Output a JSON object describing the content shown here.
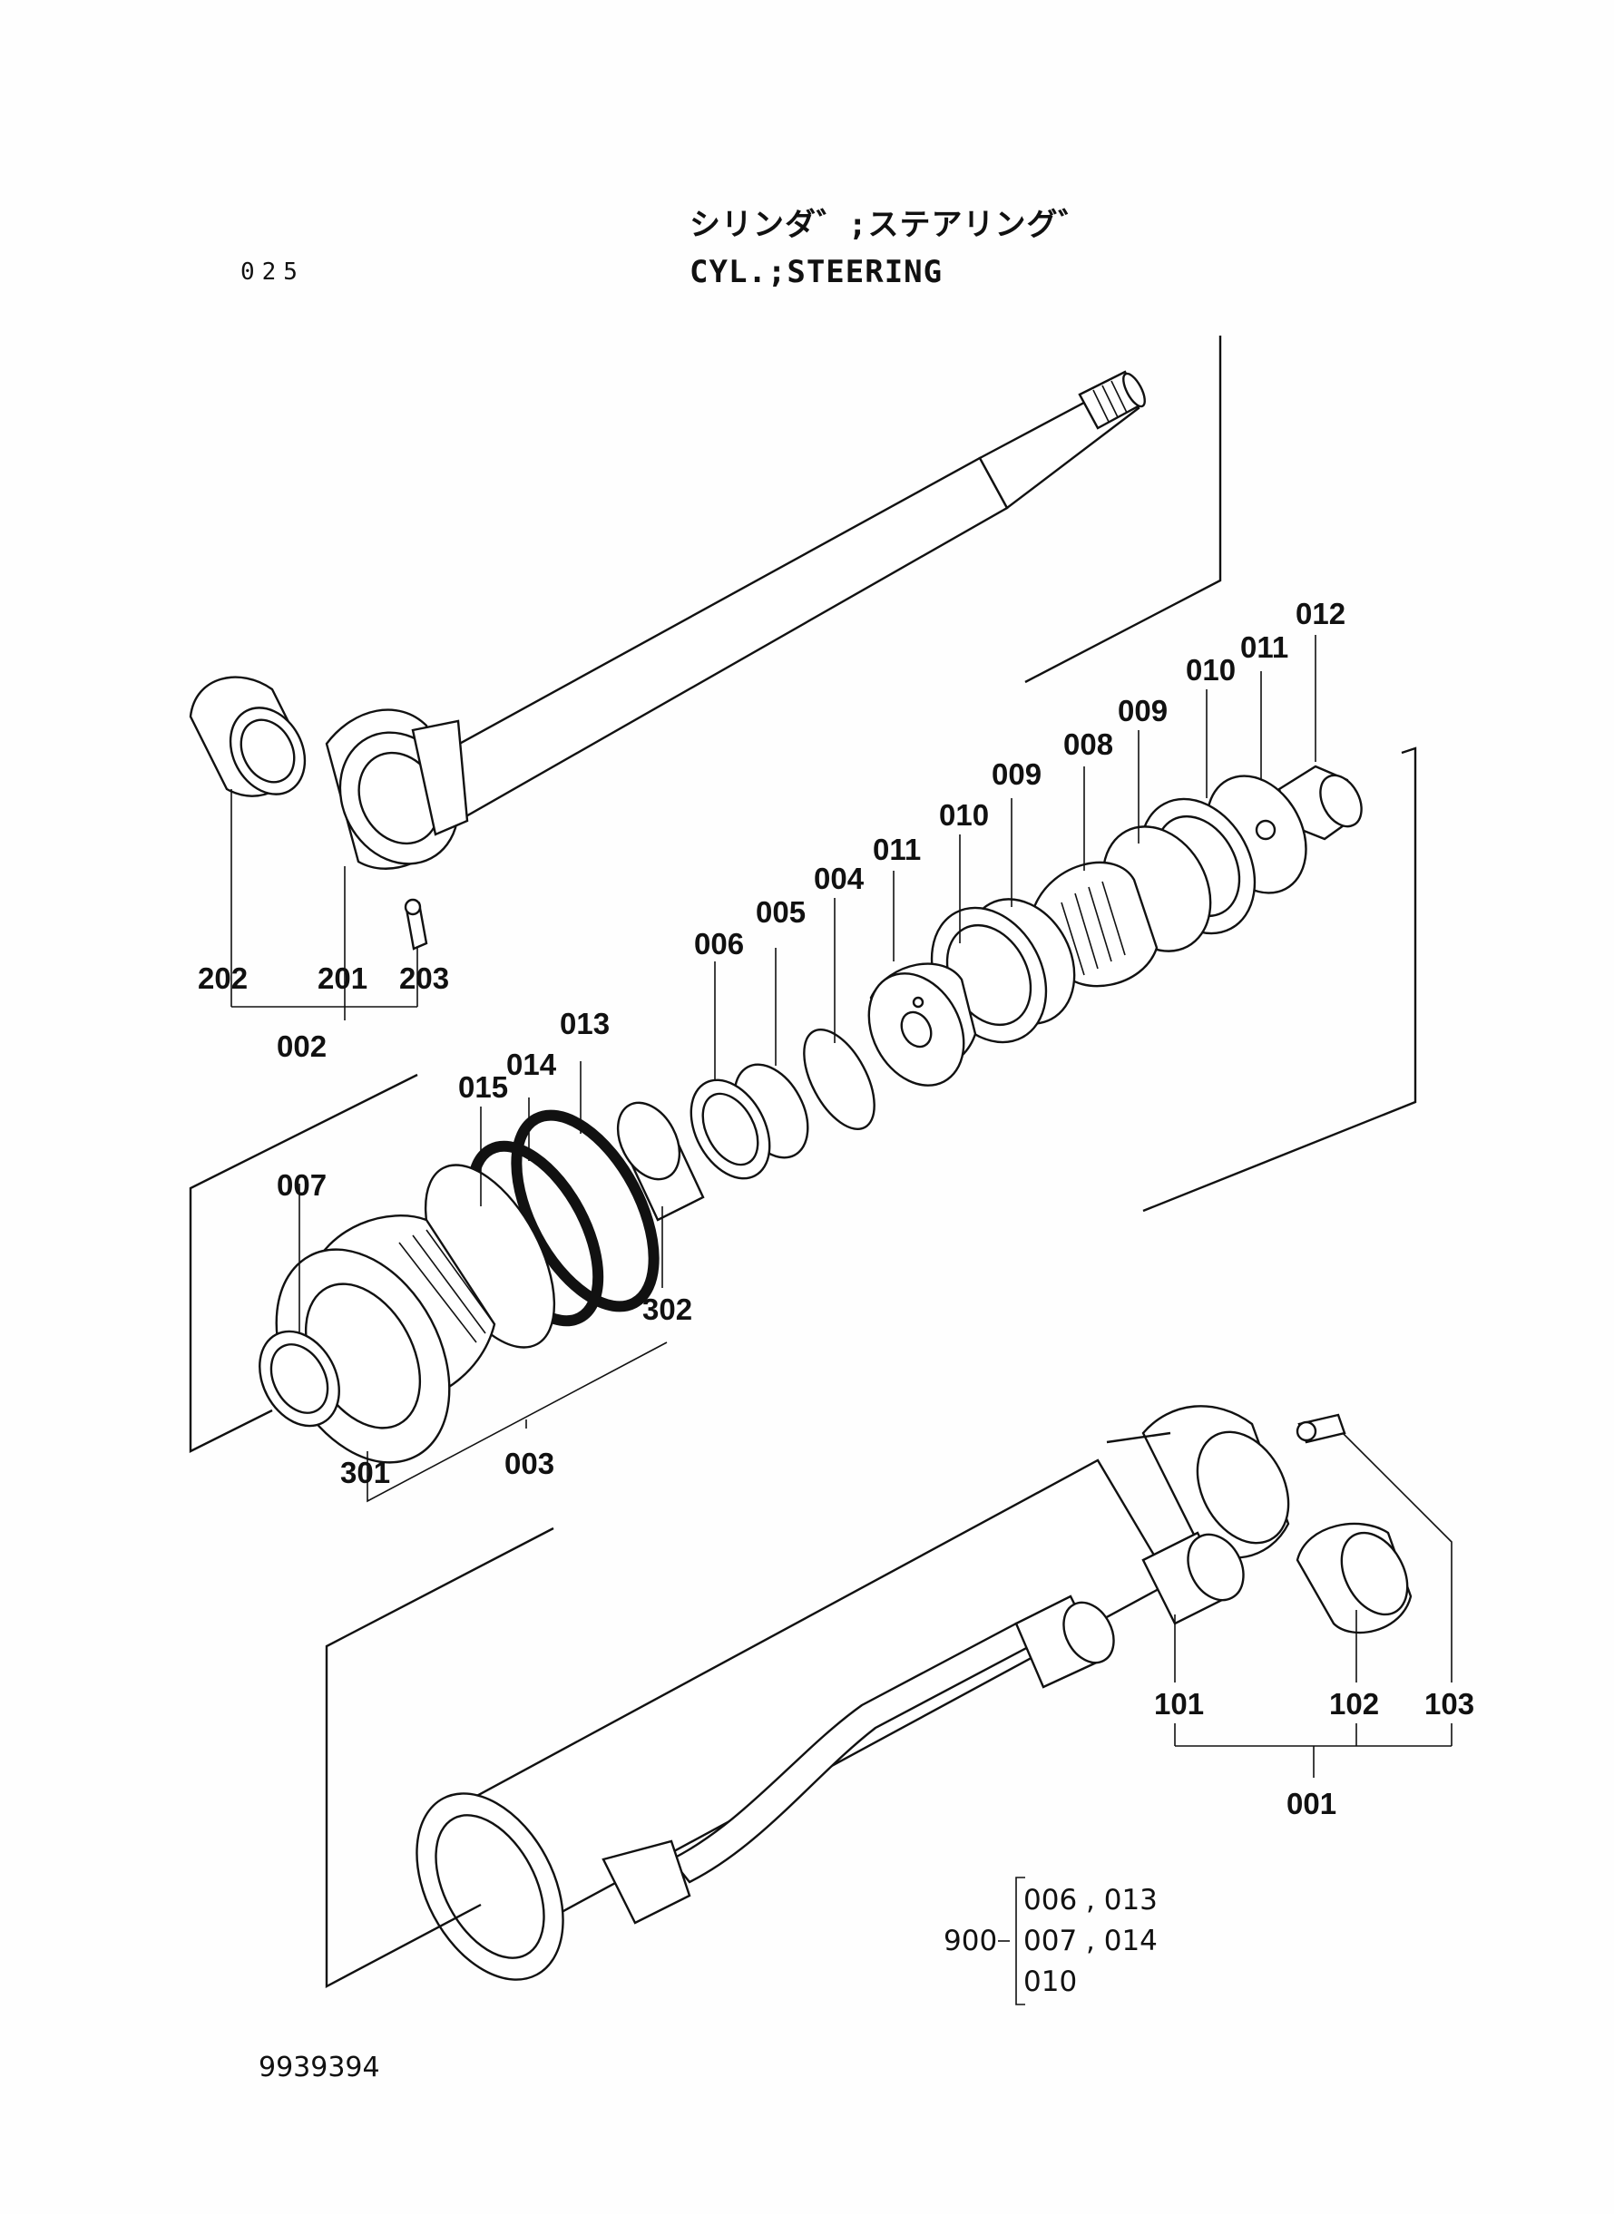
{
  "header": {
    "title_jp": "シリンダ゛;ステアリング゛",
    "title_en": "CYL.;STEERING",
    "page_number": "025"
  },
  "footer": {
    "document_number": "9939394"
  },
  "callouts": {
    "c001": "001",
    "c002": "002",
    "c003": "003",
    "c004": "004",
    "c005": "005",
    "c006": "006",
    "c007": "007",
    "c008": "008",
    "c009a": "009",
    "c009b": "009",
    "c010a": "010",
    "c010b": "010",
    "c011a": "011",
    "c011b": "011",
    "c012": "012",
    "c013": "013",
    "c014": "014",
    "c015": "015",
    "c101": "101",
    "c102": "102",
    "c103": "103",
    "c201": "201",
    "c202": "202",
    "c203": "203",
    "c301": "301",
    "c302": "302"
  },
  "kit": {
    "number": "900",
    "rows": [
      "006 , 013",
      "007 , 014",
      "010"
    ]
  }
}
